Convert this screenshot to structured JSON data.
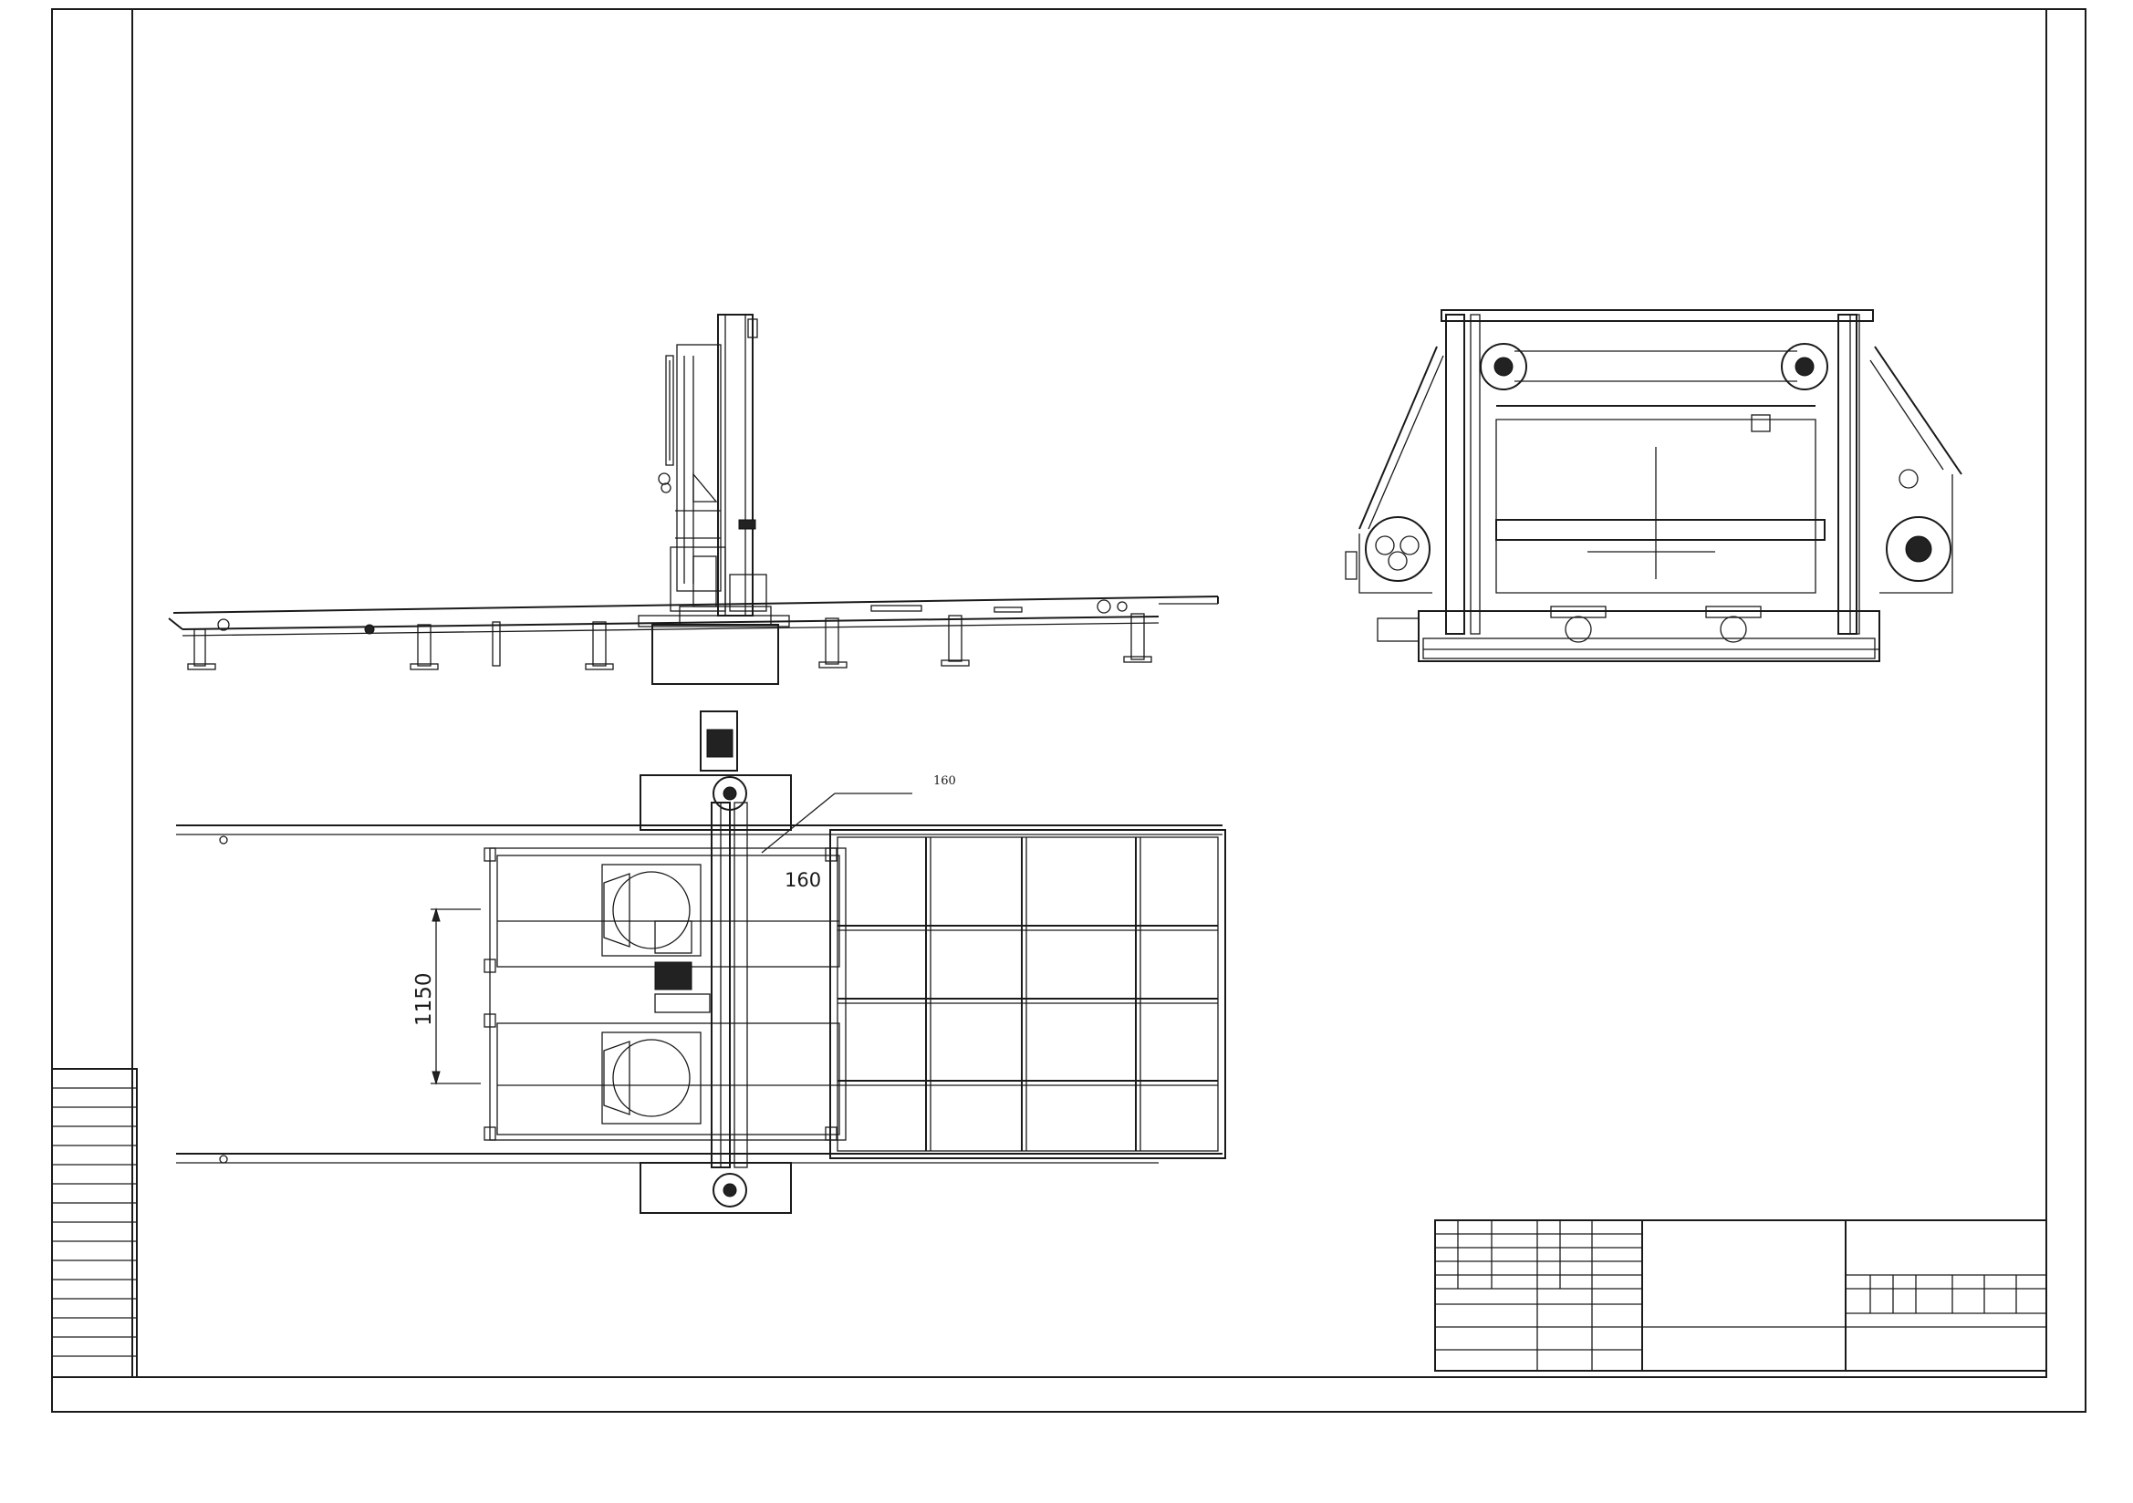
{
  "top_view": {
    "callout_label": "160",
    "width_dimension": "160",
    "spacing_dimension": "1150"
  }
}
